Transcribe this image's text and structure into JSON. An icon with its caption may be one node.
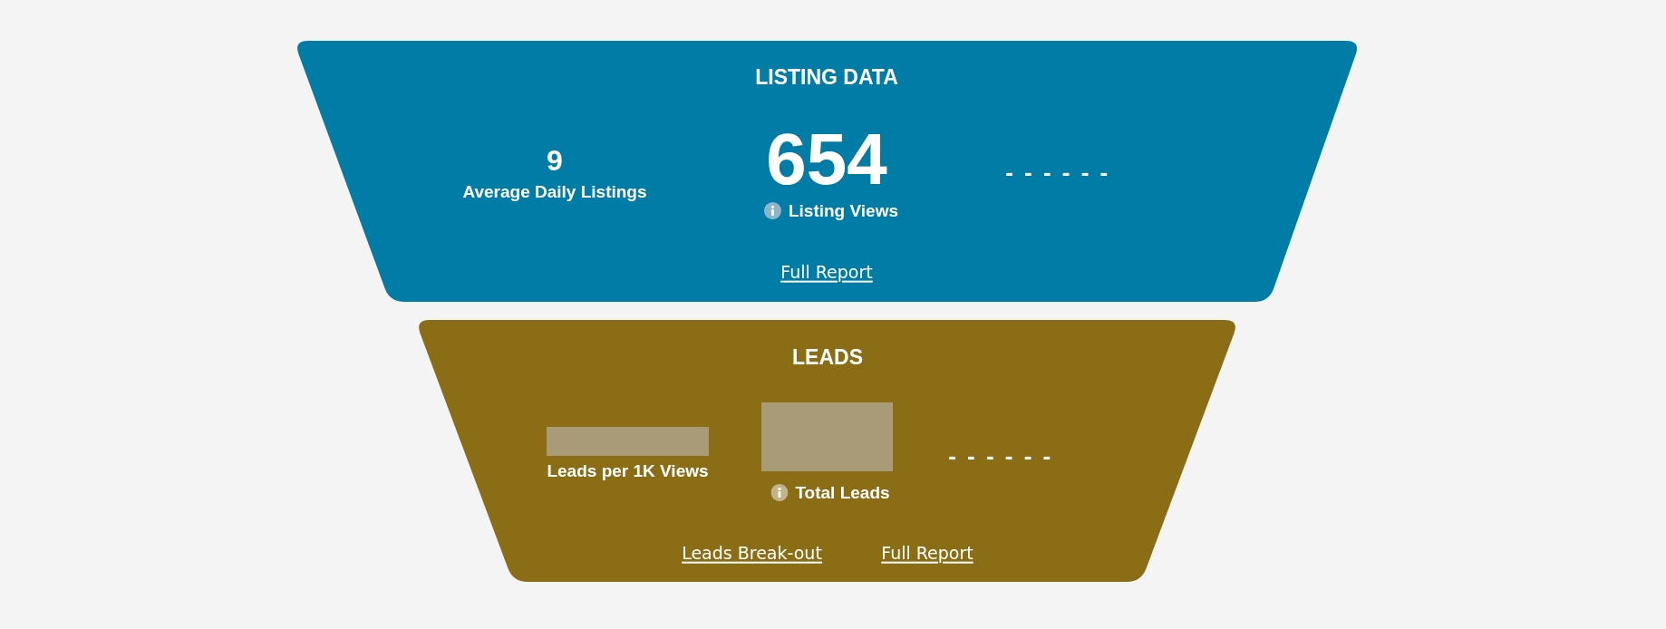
{
  "diagram": {
    "nodes": [
      {
        "text": [
          "LISTING DATA",
          "9",
          "Average Daily Listings",
          "654",
          "Listing Views",
          "- - - - - -",
          "Full Report"
        ]
      },
      {
        "text": [
          "LEADS",
          "Leads per 1K Views",
          "Total Leads",
          "- - - - - -",
          "Leads Break-out",
          "Full Report"
        ]
      }
    ]
  }
}
